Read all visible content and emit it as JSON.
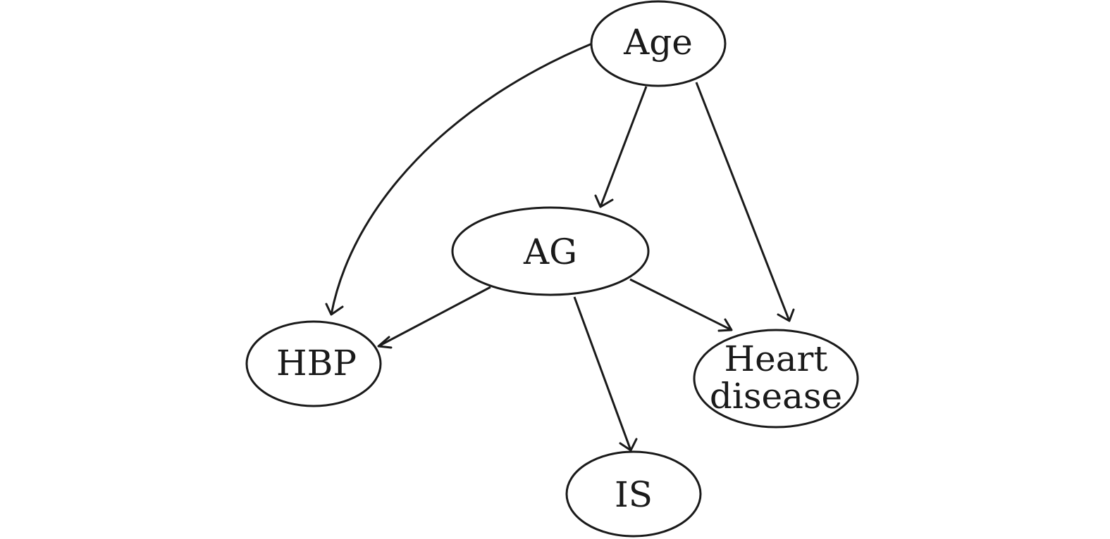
{
  "nodes": {
    "age": {
      "label": "Age"
    },
    "ag": {
      "label": "AG"
    },
    "hbp": {
      "label": "HBP"
    },
    "heart_disease": {
      "label_line1": "Heart",
      "label_line2": "disease"
    },
    "is": {
      "label": "IS"
    }
  },
  "edges": [
    {
      "from": "Age",
      "to": "HBP"
    },
    {
      "from": "Age",
      "to": "AG"
    },
    {
      "from": "Age",
      "to": "Heart disease"
    },
    {
      "from": "AG",
      "to": "HBP"
    },
    {
      "from": "AG",
      "to": "Heart disease"
    },
    {
      "from": "AG",
      "to": "IS"
    }
  ],
  "colors": {
    "stroke": "#1a1a1a",
    "background": "#ffffff"
  }
}
